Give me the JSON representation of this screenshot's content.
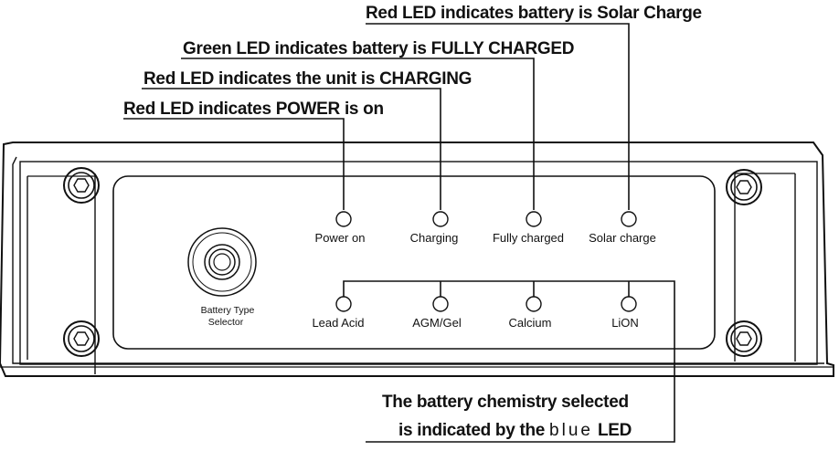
{
  "callouts": {
    "solar": "Red LED indicates battery is Solar Charge",
    "fully": "Green LED indicates battery is FULLY CHARGED",
    "charging": "Red LED indicates the unit is CHARGING",
    "power": "Red LED indicates POWER is on"
  },
  "status_leds": {
    "power_on": "Power on",
    "charging": "Charging",
    "fully_charged": "Fully charged",
    "solar_charge": "Solar charge"
  },
  "chemistry_leds": {
    "lead_acid": "Lead Acid",
    "agm_gel": "AGM/Gel",
    "calcium": "Calcium",
    "lion": "LiON"
  },
  "selector": {
    "line1": "Battery Type",
    "line2": "Selector"
  },
  "bottom_note": {
    "line1": "The battery chemistry selected",
    "line2_prefix": "is indicated by the ",
    "line2_blue": "blue",
    "line2_suffix": " LED"
  }
}
